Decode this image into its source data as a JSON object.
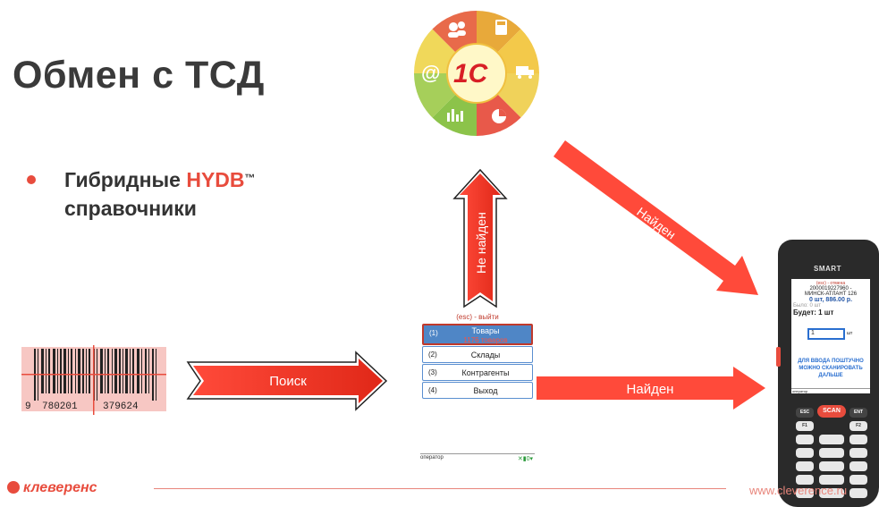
{
  "slide": {
    "title": "Обмен с ТСД",
    "bullet": {
      "prefix": "Гибридные ",
      "highlight": "HYDB",
      "trademark": "™",
      "suffix": "справочники"
    }
  },
  "barcode": {
    "digits_lead": "9",
    "digits_left": "780201",
    "digits_right": "379624"
  },
  "arrows": {
    "search": "Поиск",
    "not_found": "Не найден",
    "found_right": "Найден",
    "found_diag": "Найден"
  },
  "wheel": {
    "logo_text": "1С",
    "at_sign": "@"
  },
  "tsd_menu": {
    "hint": "(esc) - выйти",
    "items": [
      {
        "num": "(1)",
        "label": "Товары",
        "sub": "1176 товаров"
      },
      {
        "num": "(2)",
        "label": "Склады"
      },
      {
        "num": "(3)",
        "label": "Контрагенты"
      },
      {
        "num": "(4)",
        "label": "Выход"
      }
    ],
    "status": "оператор",
    "status_icons": "✕▮0▾"
  },
  "device": {
    "brand": "SMART",
    "screen": {
      "line1": "(esc) - отмена",
      "line2": "2000019227960 -",
      "line3": "МИНСК-АТЛАНТ 126",
      "price": "0 шт, 886.00 р.",
      "was": "Было: 0 шт",
      "will_be": "Будет: 1 шт",
      "input_value": "1",
      "unit": "шт",
      "message": "ДЛЯ ВВОДА ПОШТУЧНО МОЖНО СКАНИРОВАТЬ ДАЛЬШЕ",
      "status": "оператор"
    },
    "keys": {
      "esc": "ESC",
      "scan": "SCAN",
      "ent": "ENT",
      "f1": "F1",
      "f2": "F2"
    }
  },
  "footer": {
    "logo": "клеверенс",
    "site": "www.cleverence.ru"
  },
  "colors": {
    "accent": "#e84c3d",
    "title": "#3a3a3a"
  }
}
